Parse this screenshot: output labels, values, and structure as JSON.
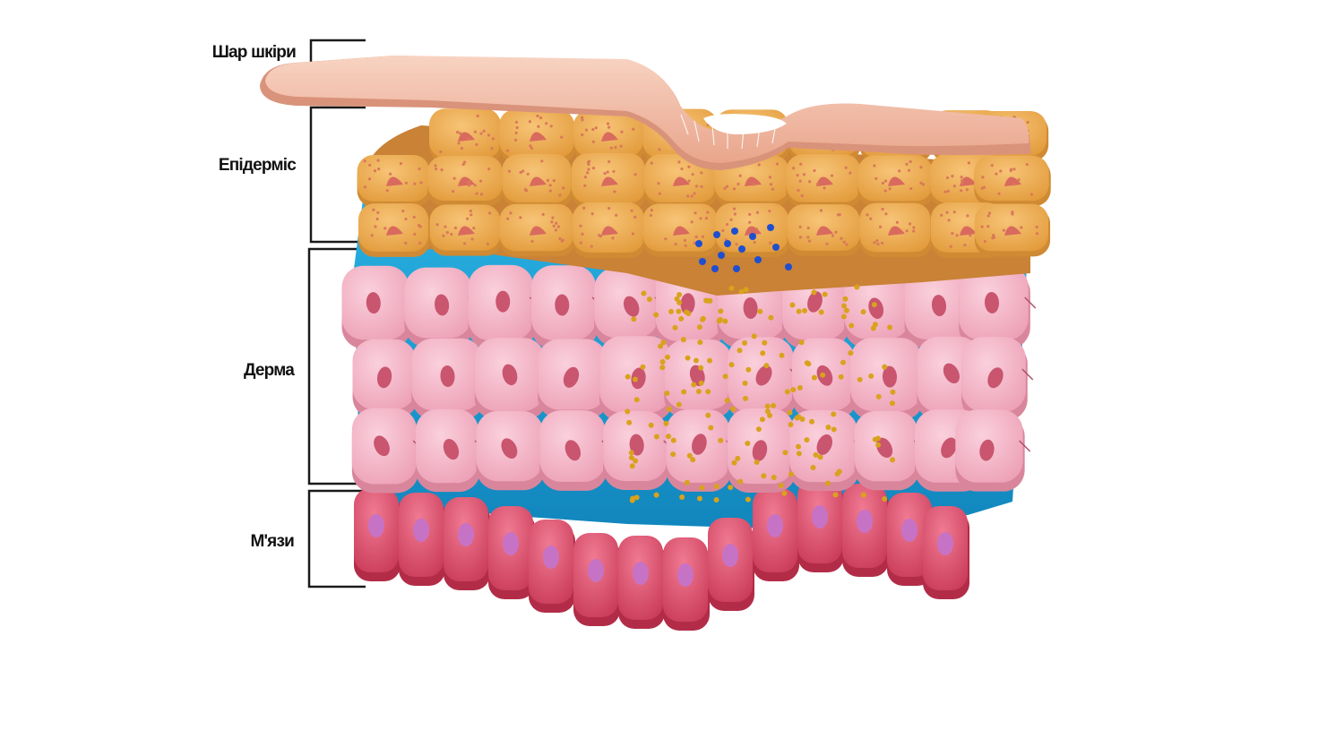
{
  "labels": {
    "skin_layer": "Шар шкіри",
    "epidermis": "Епідерміс",
    "dermis": "Дерма",
    "muscles": "М'язи"
  },
  "colors": {
    "background": "#ffffff",
    "skin_layer": "#f4c2ad",
    "epidermis_cell": "#f1a84a",
    "epidermis_nucleus": "#d96a5e",
    "fluid": "#1ea6d8",
    "dermis_cell": "#f3b6c9",
    "dermis_nucleus": "#c9556f",
    "muscle_cell": "#e0536e",
    "muscle_nucleus": "#c673c6",
    "particles_yellow": "#d9a21c",
    "particles_blue": "#1f4fd1",
    "bracket": "#1a1a1a"
  }
}
